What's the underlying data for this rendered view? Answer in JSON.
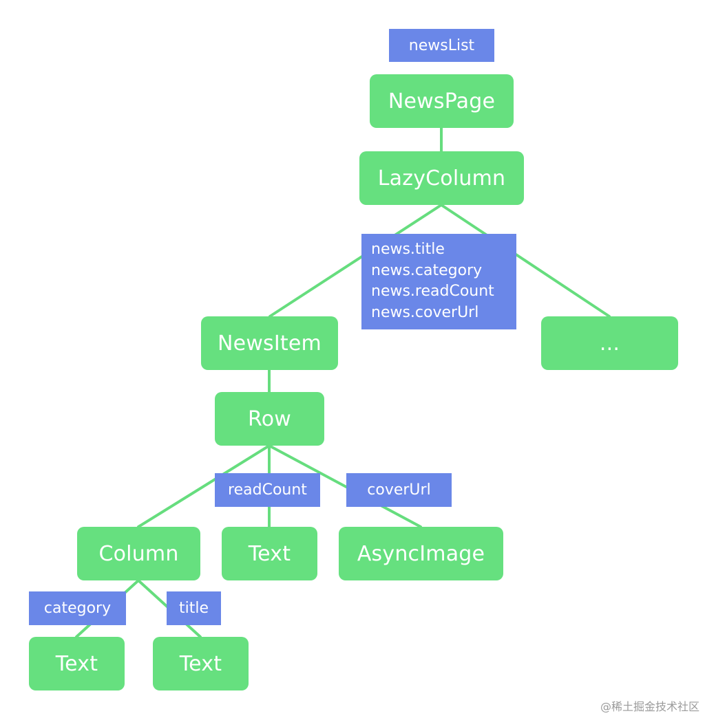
{
  "diagram": {
    "nodes": {
      "news_page": "NewsPage",
      "lazy_column": "LazyColumn",
      "news_item": "NewsItem",
      "ellipsis": "...",
      "row": "Row",
      "column": "Column",
      "text_read_count": "Text",
      "async_image": "AsyncImage",
      "text_category": "Text",
      "text_title": "Text"
    },
    "tags": {
      "news_list": "newsList",
      "news_fields": [
        "news.title",
        "news.category",
        "news.readCount",
        "news.coverUrl"
      ],
      "read_count": "readCount",
      "cover_url": "coverUrl",
      "category": "category",
      "title": "title"
    },
    "colors": {
      "node_fill": "#66e07f",
      "edge": "#66dd7e",
      "tag_fill": "#6a87e8",
      "text": "#ffffff"
    }
  },
  "watermark": "@稀土掘金技术社区"
}
